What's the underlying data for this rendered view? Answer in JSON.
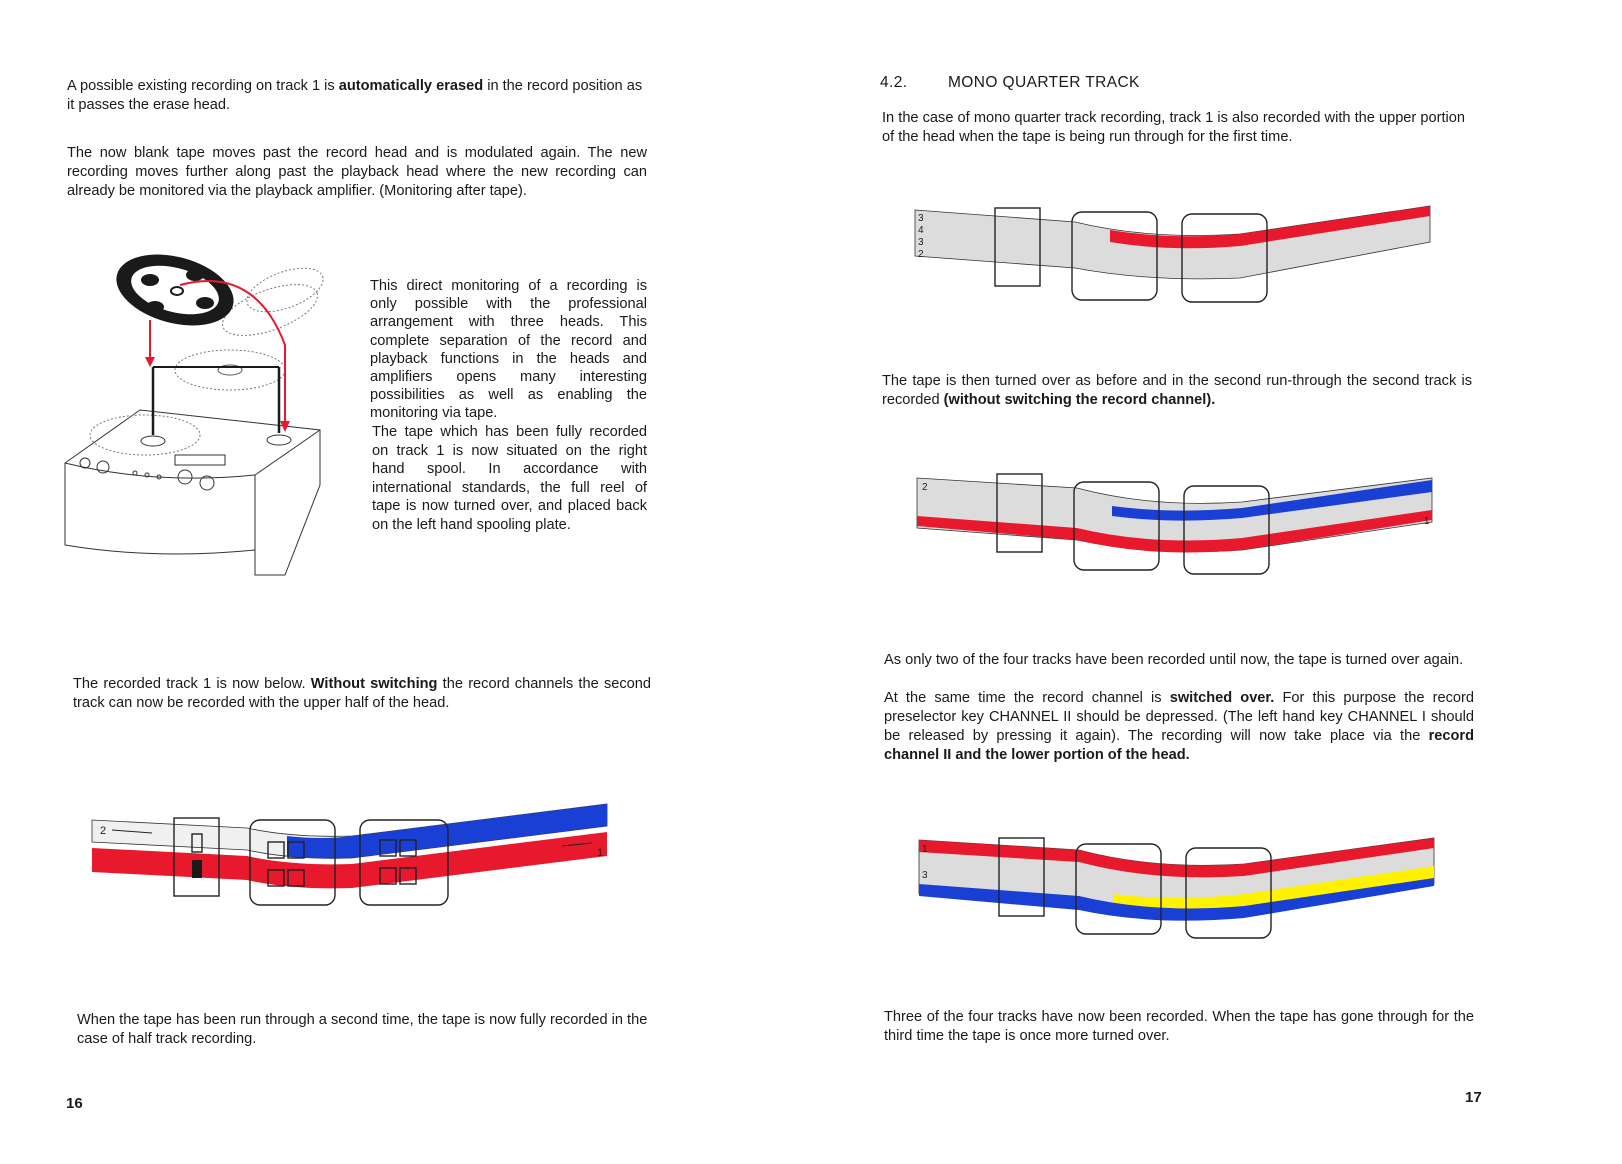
{
  "left_page": {
    "para_erase": [
      "A possible existing recording on track 1 is ",
      "automatically erased",
      " in the record position as it passes the erase head."
    ],
    "para_blank": "The now blank tape moves past the record head and is modulated again. The new recording moves further along past the playback head where the new recording can already be monitored via the playback amplifier. (Monitoring after tape).",
    "para_monitoring": "This direct monitoring of a recording is only possible with the professional arrangement with three heads. This complete separation of the record and playback functions in the heads and amplifiers opens many interesting possibilities as well as enabling the monitoring via tape.",
    "para_tape": "The tape which has been fully recorded on track 1 is now situated on the right hand spool. In accordance with international standards, the full reel of tape is now turned over, and placed back on the left hand spooling plate.",
    "para_recorded": [
      "The recorded track 1 is now below. ",
      "Without switching",
      " the record channels the second track can now be recorded with the upper half of the head."
    ],
    "para_second": "When the tape has been run through a second time, the tape is now fully recorded in the case of half track recording.",
    "page_number": "16",
    "track_labels": [
      "2",
      "1"
    ]
  },
  "right_page": {
    "section_number": "4.2.",
    "section_title": "MONO QUARTER TRACK",
    "para_mono": "In the case of mono quarter track recording, track 1 is also recorded with the upper portion of the head when the tape is being run through for the first time.",
    "para_turned": [
      "The tape is then turned over as before and in the second run-through the second track is recorded ",
      "(without switching the record channel)."
    ],
    "para_four_1": "As only two of the four tracks have been recorded until now, the tape is turned over again.",
    "para_four_2": [
      "At the same time the record channel is ",
      "switched over.",
      " For this purpose the record preselector key CHANNEL II should be depressed. (The left hand key CHANNEL I should be released by pressing it again). The recording will now take place via the ",
      "record channel II and the lower portion of the head."
    ],
    "para_three": "Three of the four tracks have now been recorded. When the tape has gone through for the third time the tape is once more turned over.",
    "page_number": "17",
    "diagram1_labels": [
      "3",
      "4",
      "3",
      "2"
    ],
    "diagram2_labels": [
      "2",
      "1"
    ],
    "diagram3_labels": [
      "1",
      "3"
    ]
  },
  "colors": {
    "red": "#e8192c",
    "blue": "#1a3fd4",
    "yellow": "#fff200",
    "speckle": "#d8d8d8",
    "ink": "#1a1a1a"
  }
}
